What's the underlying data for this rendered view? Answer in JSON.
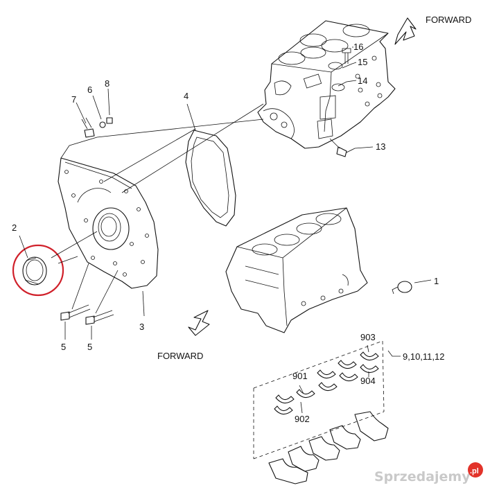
{
  "labels": {
    "forward_top": "FORWARD",
    "forward_bottom": "FORWARD",
    "part_1": "1",
    "part_2": "2",
    "part_3": "3",
    "part_4": "4",
    "part_5a": "5",
    "part_5b": "5",
    "part_6": "6",
    "part_7": "7",
    "part_8": "8",
    "part_13": "13",
    "part_14": "14",
    "part_15": "15",
    "part_16": "16",
    "part_901": "901",
    "part_902": "902",
    "part_903": "903",
    "part_904": "904",
    "bearing_set": "9,10,11,12"
  },
  "watermark": "Sprzedajemy",
  "watermark_badge": ".pl",
  "colors": {
    "line": "#111111",
    "highlight_circle": "#d0202a",
    "watermark": "#c9c9c9",
    "badge": "#e2332a"
  }
}
